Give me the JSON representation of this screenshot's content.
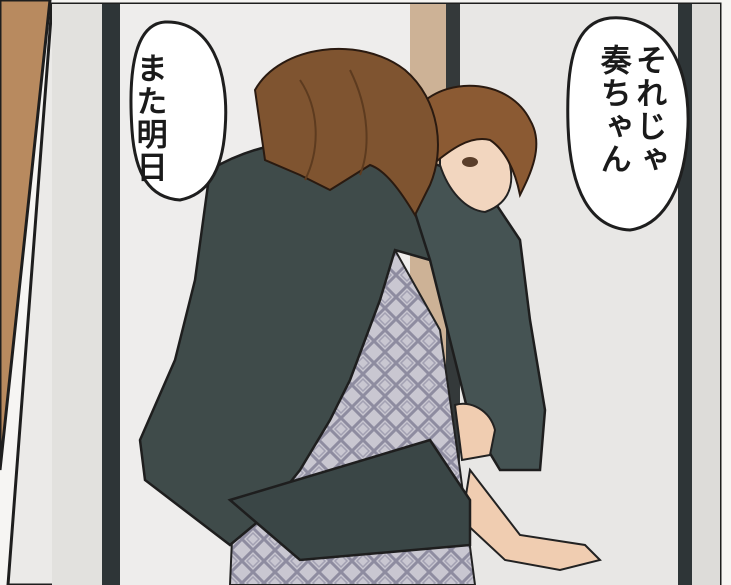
{
  "panel": {
    "left_bubble": {
      "lines": [
        "また明日"
      ]
    },
    "right_bubble": {
      "lines": [
        "それじゃ",
        "奏ちゃん"
      ]
    }
  },
  "colors": {
    "wall": "#e9e9e8",
    "frame": "#2d3436",
    "robe": "#3e4b4b",
    "hair": "#8a5a33",
    "skin": "#f1d5bd",
    "yukata_pattern": "#9a98a8"
  }
}
